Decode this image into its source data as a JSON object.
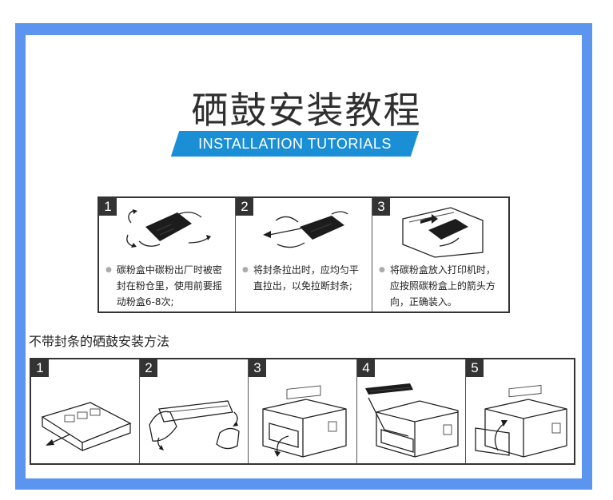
{
  "page": {
    "title": "硒鼓安装教程",
    "banner": "INSTALLATION TUTORIALS"
  },
  "sealed_steps": [
    {
      "number": "1",
      "text": "碳粉盒中碳粉出厂时被密封在粉仓里，使用前要摇动粉盒6-8次;"
    },
    {
      "number": "2",
      "text": "将封条拉出时，应均匀平直拉出，以免拉断封条;"
    },
    {
      "number": "3",
      "text": "将碳粉盒放入打印机时，应按照碳粉盒上的箭头方向，正确装入。"
    }
  ],
  "no_seal_section": {
    "title": "不带封条的硒鼓安装方法",
    "steps": [
      {
        "number": "1"
      },
      {
        "number": "2"
      },
      {
        "number": "3"
      },
      {
        "number": "4"
      },
      {
        "number": "5"
      }
    ]
  },
  "colors": {
    "frame": "#5b95ef",
    "banner": "#1a8fd6"
  }
}
